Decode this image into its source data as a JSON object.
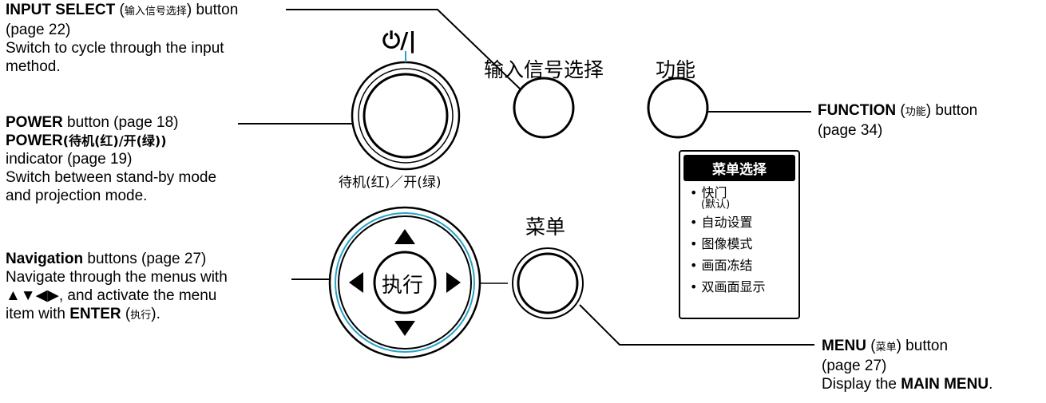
{
  "callouts": {
    "input_select": {
      "title": "INPUT SELECT",
      "cjk": "输入信号选择",
      "suffix": ") button",
      "page": "(page 22)",
      "desc1": "Switch to cycle through the input",
      "desc2": "method."
    },
    "power": {
      "title": "POWER",
      "title_suffix": " button (page 18)",
      "indicator_title": "POWER",
      "indicator_cjk": "(待机(红)/开(绿))",
      "indicator_page": "indicator (page 19)",
      "desc1": "Switch between stand-by mode",
      "desc2": "and projection mode."
    },
    "navigation": {
      "title": "Navigation",
      "title_suffix": " buttons (page 27)",
      "desc1": "Navigate through the menus with",
      "arrows": "▲▼◀▶",
      "desc2_suffix": ", and activate the menu",
      "desc3_prefix": "item with ",
      "enter": "ENTER",
      "enter_cjk": "执行",
      "desc3_suffix": ")."
    },
    "function": {
      "title": "FUNCTION",
      "cjk": "功能",
      "suffix": ") button",
      "page": "(page 34)"
    },
    "menu": {
      "title": "MENU",
      "cjk": "菜单",
      "suffix": ") button",
      "page": "(page 27)",
      "desc_prefix": "Display the ",
      "desc_bold": "MAIN MENU",
      "desc_suffix": "."
    }
  },
  "panel": {
    "power_symbol": "⏻/|",
    "power_indicator_label": "待机(红)／开(绿)",
    "input_select_label": "输入信号选择",
    "function_label": "功能",
    "menu_label": "菜单",
    "enter_label": "执行"
  },
  "menu_box": {
    "header": "菜单选择",
    "items": [
      "快门",
      "自动设置",
      "图像模式",
      "画面冻结",
      "双画面显示"
    ],
    "default_note": "(默认)"
  },
  "colors": {
    "accent_ring": "#2aa3c8"
  }
}
